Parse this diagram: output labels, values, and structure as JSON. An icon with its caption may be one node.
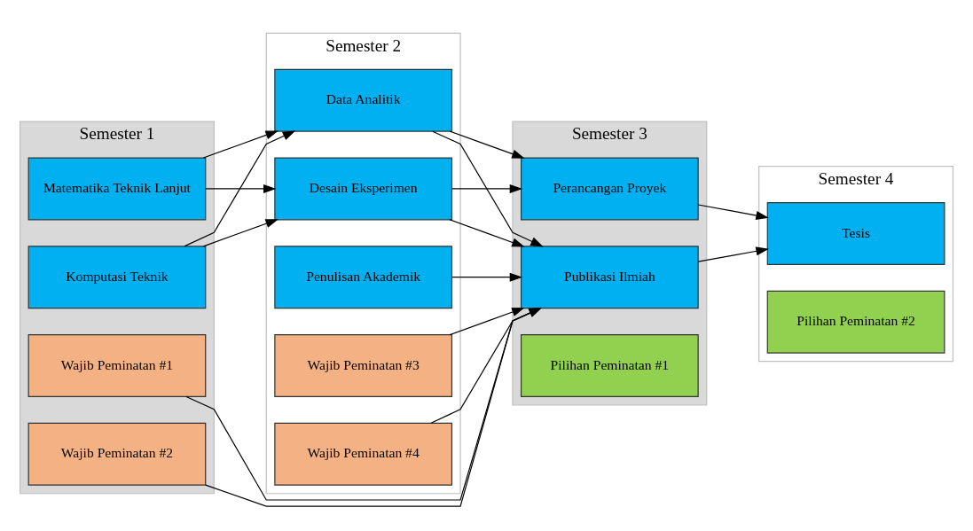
{
  "diagram": {
    "nodes": [
      {
        "text": [
          "Semester 1"
        ]
      },
      {
        "text": [
          "Matematika Teknik Lanjut"
        ],
        "in": 0
      },
      {
        "text": [
          "Komputasi Teknik"
        ],
        "in": 0
      },
      {
        "text": [
          "Wajib Peminatan #1"
        ],
        "in": 0
      },
      {
        "text": [
          "Wajib Peminatan #2"
        ],
        "in": 0
      },
      {
        "text": [
          "Semester 2"
        ]
      },
      {
        "text": [
          "Desain Eksperimen"
        ],
        "in": 5
      },
      {
        "text": [
          "Data Analitik"
        ],
        "in": 5
      },
      {
        "text": [
          "Penulisan Akademik"
        ],
        "in": 5
      },
      {
        "text": [
          "Wajib Peminatan #3"
        ],
        "in": 5
      },
      {
        "text": [
          "Wajib Peminatan #4"
        ],
        "in": 5
      },
      {
        "text": [
          "Semester 3"
        ]
      },
      {
        "text": [
          "Perancangan Proyek"
        ],
        "in": 11
      },
      {
        "text": [
          "Publikasi Ilmiah"
        ],
        "in": 11
      },
      {
        "text": [
          "Pilihan Peminatan #1"
        ],
        "in": 11
      },
      {
        "text": [
          "Semester 4"
        ]
      },
      {
        "text": [
          "Tesis"
        ],
        "in": 15
      },
      {
        "text": [
          "Pilihan Peminatan #2"
        ],
        "in": 15
      }
    ],
    "edges": [
      {
        "from": 1,
        "to": 6,
        "arrow": "to"
      },
      {
        "from": 1,
        "to": 7,
        "arrow": "to"
      },
      {
        "from": 2,
        "to": 6,
        "arrow": "to"
      },
      {
        "from": 2,
        "to": 7,
        "arrow": "to"
      },
      {
        "from": 6,
        "to": 12,
        "arrow": "to"
      },
      {
        "from": 7,
        "to": 12,
        "arrow": "to"
      },
      {
        "from": 6,
        "to": 13,
        "arrow": "to"
      },
      {
        "from": 7,
        "to": 13,
        "arrow": "to"
      },
      {
        "from": 8,
        "to": 13,
        "arrow": "to"
      },
      {
        "from": 3,
        "to": 13,
        "arrow": "to"
      },
      {
        "from": 9,
        "to": 13,
        "arrow": "to"
      },
      {
        "from": 4,
        "to": 13,
        "arrow": "to"
      },
      {
        "from": 10,
        "to": 13,
        "arrow": "to"
      },
      {
        "from": 12,
        "to": 16,
        "arrow": "to"
      },
      {
        "from": 13,
        "to": 16,
        "arrow": "to"
      }
    ]
  }
}
